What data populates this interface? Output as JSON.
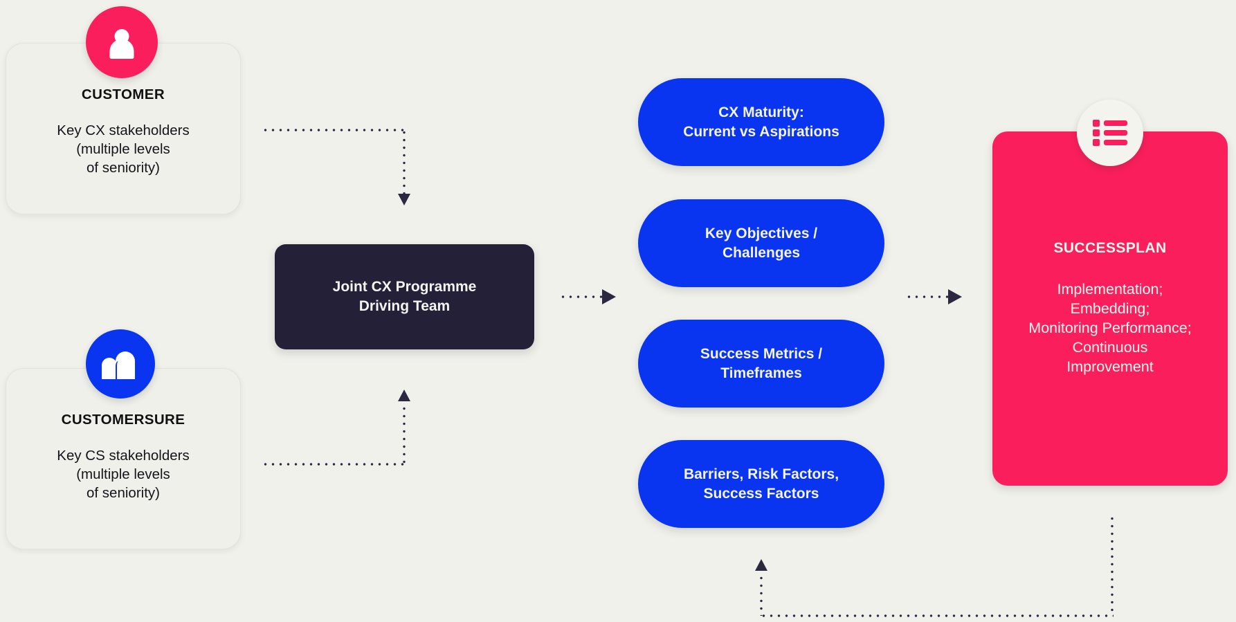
{
  "diagram": {
    "background_color": "#f1f1ec",
    "accent_pink": "#fa1f5c",
    "accent_blue": "#0a35f0",
    "accent_dark": "#232038",
    "connector_color": "#2b2842"
  },
  "stakeholder_cards": [
    {
      "icon": "person-icon",
      "icon_color": "#fa1f5c",
      "title": "CUSTOMER",
      "body_lines": [
        "Key CX stakeholders",
        "(multiple levels",
        "of seniority)"
      ]
    },
    {
      "icon": "customersure-logo-icon",
      "icon_color": "#0a35f0",
      "title": "CUSTOMERSURE",
      "body_lines": [
        "Key CS stakeholders",
        "(multiple levels",
        "of seniority)"
      ]
    }
  ],
  "driving_team": {
    "lines": [
      "Joint CX Programme",
      "Driving Team"
    ]
  },
  "workstream_pills": [
    {
      "lines": [
        "CX Maturity:",
        "Current vs Aspirations"
      ]
    },
    {
      "lines": [
        "Key Objectives /",
        "Challenges"
      ]
    },
    {
      "lines": [
        "Success Metrics /",
        "Timeframes"
      ]
    },
    {
      "lines": [
        "Barriers, Risk Factors,",
        "Success Factors"
      ]
    }
  ],
  "success_plan": {
    "icon": "bulleted-list-icon",
    "title": "SUCCESSPLAN",
    "body_lines": [
      "Implementation;",
      "Embedding;",
      "Monitoring Performance;",
      "Continuous",
      "Improvement"
    ]
  }
}
